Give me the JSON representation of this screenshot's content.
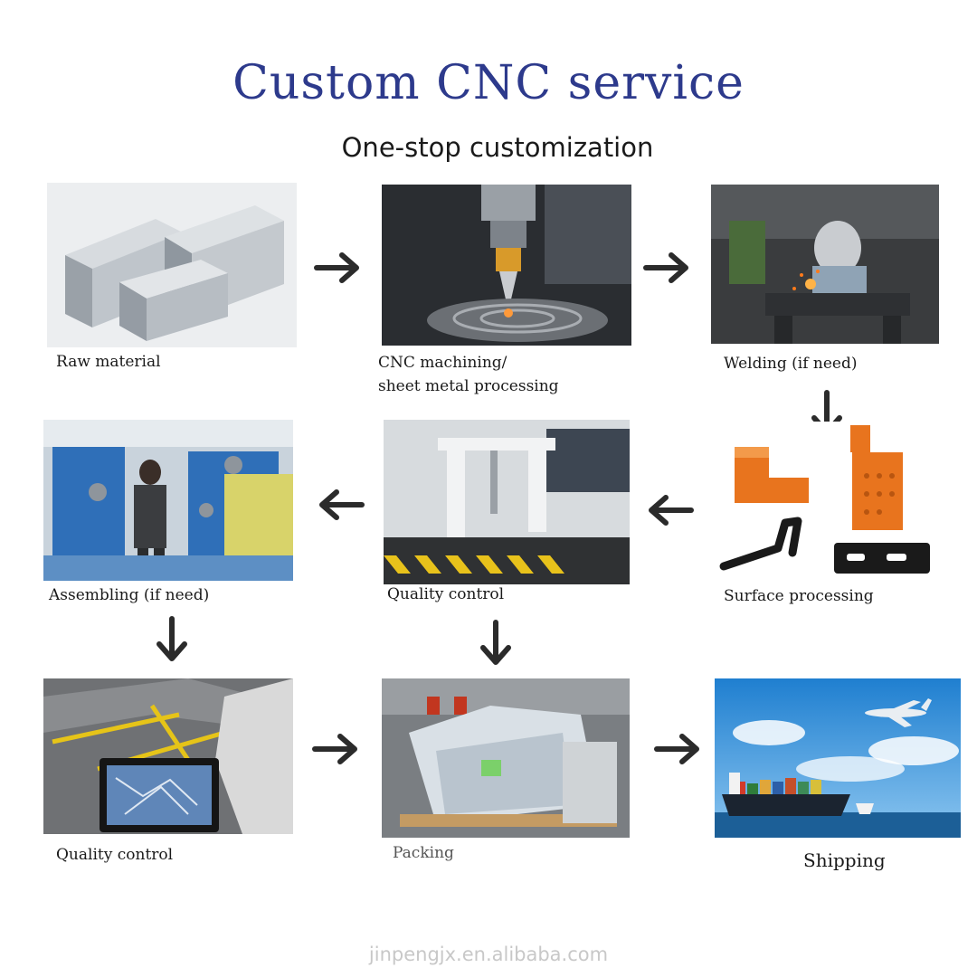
{
  "header": {
    "title": "Custom CNC service",
    "subtitle": "One-stop customization"
  },
  "steps": {
    "raw_material": "Raw material",
    "cnc_line1": "CNC machining/",
    "cnc_line2": "sheet metal processing",
    "welding": "Welding (if need)",
    "surface": "Surface processing",
    "quality_control_1": "Quality control",
    "assembling": "Assembling  (if need)",
    "quality_control_2": "Quality control",
    "packing": "Packing",
    "shipping": "Shipping"
  },
  "watermark": "jinpengjx.en.alibaba.com"
}
